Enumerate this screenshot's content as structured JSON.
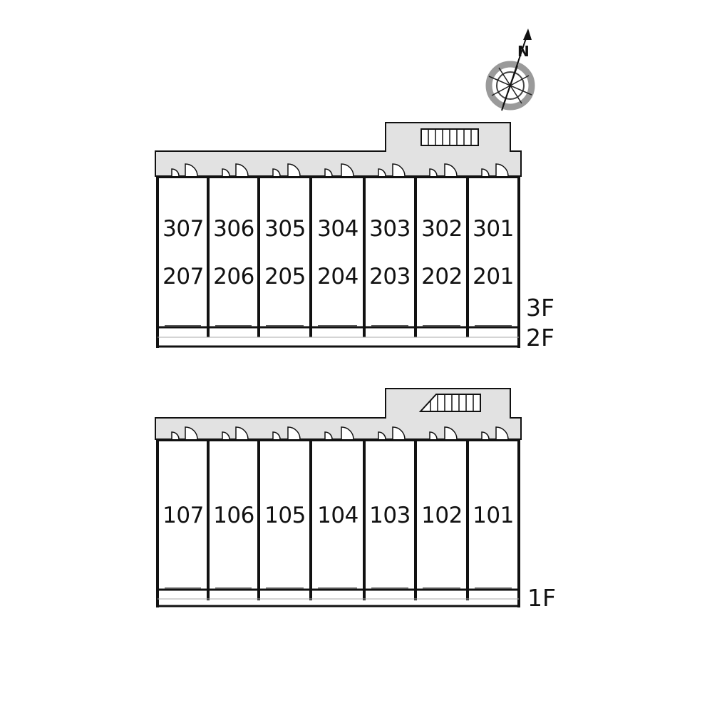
{
  "compass": {
    "north_label": "N",
    "icon": "compass-icon"
  },
  "colors": {
    "corridor": "#e2e2e2",
    "wall": "#111111",
    "background": "#ffffff"
  },
  "upper_block": {
    "floor_labels": [
      "3F",
      "2F"
    ],
    "units": [
      {
        "top": "307",
        "bottom": "207"
      },
      {
        "top": "306",
        "bottom": "206"
      },
      {
        "top": "305",
        "bottom": "205"
      },
      {
        "top": "304",
        "bottom": "204"
      },
      {
        "top": "303",
        "bottom": "203"
      },
      {
        "top": "302",
        "bottom": "202"
      },
      {
        "top": "301",
        "bottom": "201"
      }
    ]
  },
  "lower_block": {
    "floor_labels": [
      "1F"
    ],
    "units": [
      {
        "label": "107"
      },
      {
        "label": "106"
      },
      {
        "label": "105"
      },
      {
        "label": "104"
      },
      {
        "label": "103"
      },
      {
        "label": "102"
      },
      {
        "label": "101"
      }
    ]
  }
}
